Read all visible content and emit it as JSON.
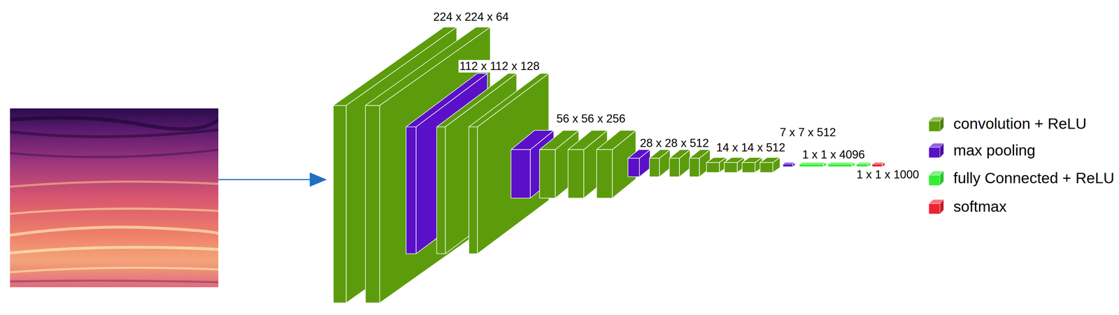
{
  "diagram": {
    "labels": [
      "224 x 224 x 64",
      "112 x 112 x 128",
      "56 x 56 x 256",
      "28 x 28 x 512",
      "14 x 14 x 512",
      "7 x 7 x 512",
      "1 x 1 x 4096",
      "1 x 1 x 1000"
    ],
    "legend": [
      {
        "text": "convolution + ReLU",
        "color": "#5c9c0c"
      },
      {
        "text": "max pooling",
        "color": "#5a10c8"
      },
      {
        "text": "fully Connected + ReLU",
        "color": "#33ee33"
      },
      {
        "text": "softmax",
        "color": "#ee2233"
      }
    ]
  }
}
